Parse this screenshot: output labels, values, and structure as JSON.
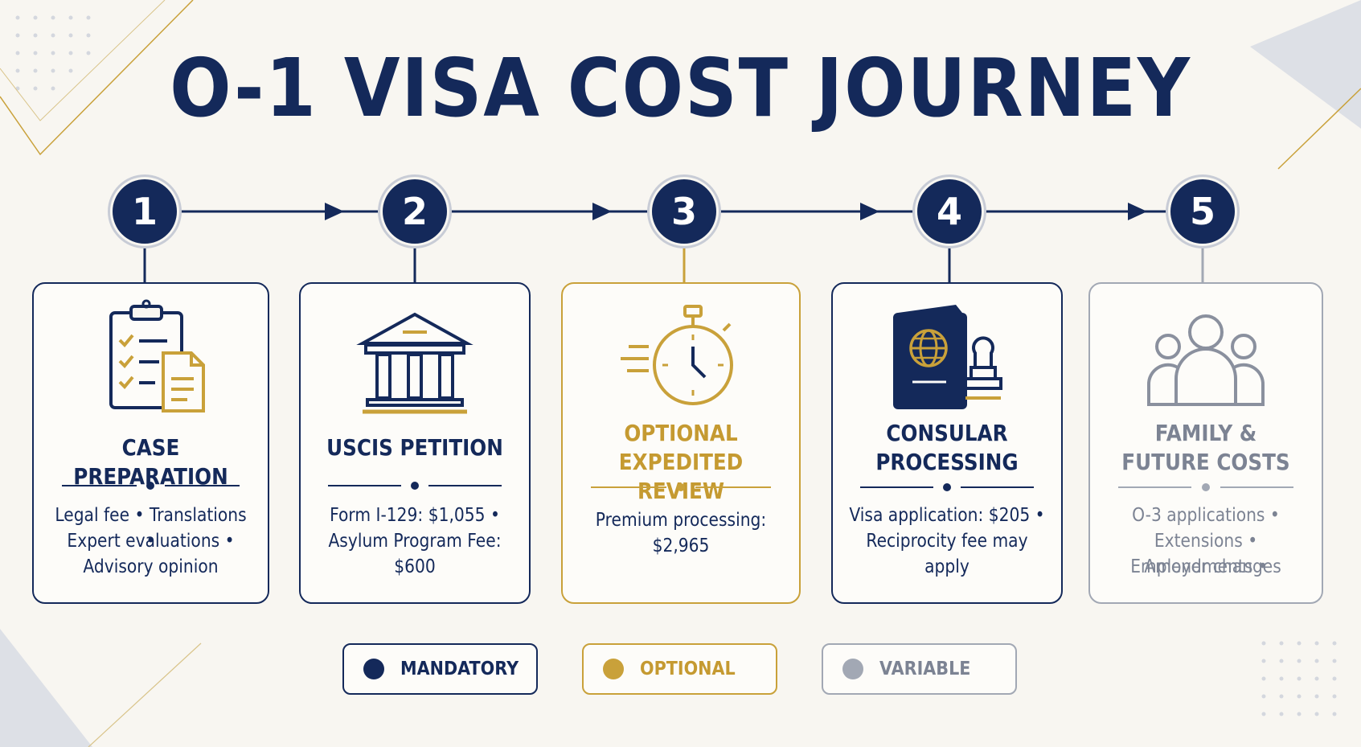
{
  "title": "O-1 VISA COST JOURNEY",
  "colors": {
    "mandatory": "#14295a",
    "optional": "#c9a13a",
    "variable": "#a2a8b4",
    "background": "#f8f6f1"
  },
  "steps": [
    {
      "number": "1",
      "title_lines": [
        "CASE PREPARATION"
      ],
      "desc_lines": [
        "Legal fee • Translations •",
        "Expert evaluations •",
        "Advisory opinion"
      ],
      "category": "mandatory",
      "icon": "clipboard-checklist-icon"
    },
    {
      "number": "2",
      "title_lines": [
        "USCIS PETITION"
      ],
      "desc_lines": [
        "Form I-129: $1,055 •",
        "Asylum Program Fee: $600"
      ],
      "category": "mandatory",
      "icon": "government-building-icon"
    },
    {
      "number": "3",
      "title_lines": [
        "OPTIONAL",
        "EXPEDITED REVIEW"
      ],
      "desc_lines": [
        "Premium processing: $2,965"
      ],
      "category": "optional",
      "icon": "stopwatch-icon"
    },
    {
      "number": "4",
      "title_lines": [
        "CONSULAR",
        "PROCESSING"
      ],
      "desc_lines": [
        "Visa application: $205 •",
        "Reciprocity fee may apply"
      ],
      "category": "mandatory",
      "icon": "passport-stamp-icon"
    },
    {
      "number": "5",
      "title_lines": [
        "FAMILY &",
        "FUTURE COSTS"
      ],
      "desc_lines": [
        "O-3 applications •",
        "Extensions • Amendments •",
        "Employer changes"
      ],
      "category": "variable",
      "icon": "family-group-icon"
    }
  ],
  "legend": [
    {
      "label": "MANDATORY",
      "category": "mandatory"
    },
    {
      "label": "OPTIONAL",
      "category": "optional"
    },
    {
      "label": "VARIABLE",
      "category": "variable"
    }
  ]
}
